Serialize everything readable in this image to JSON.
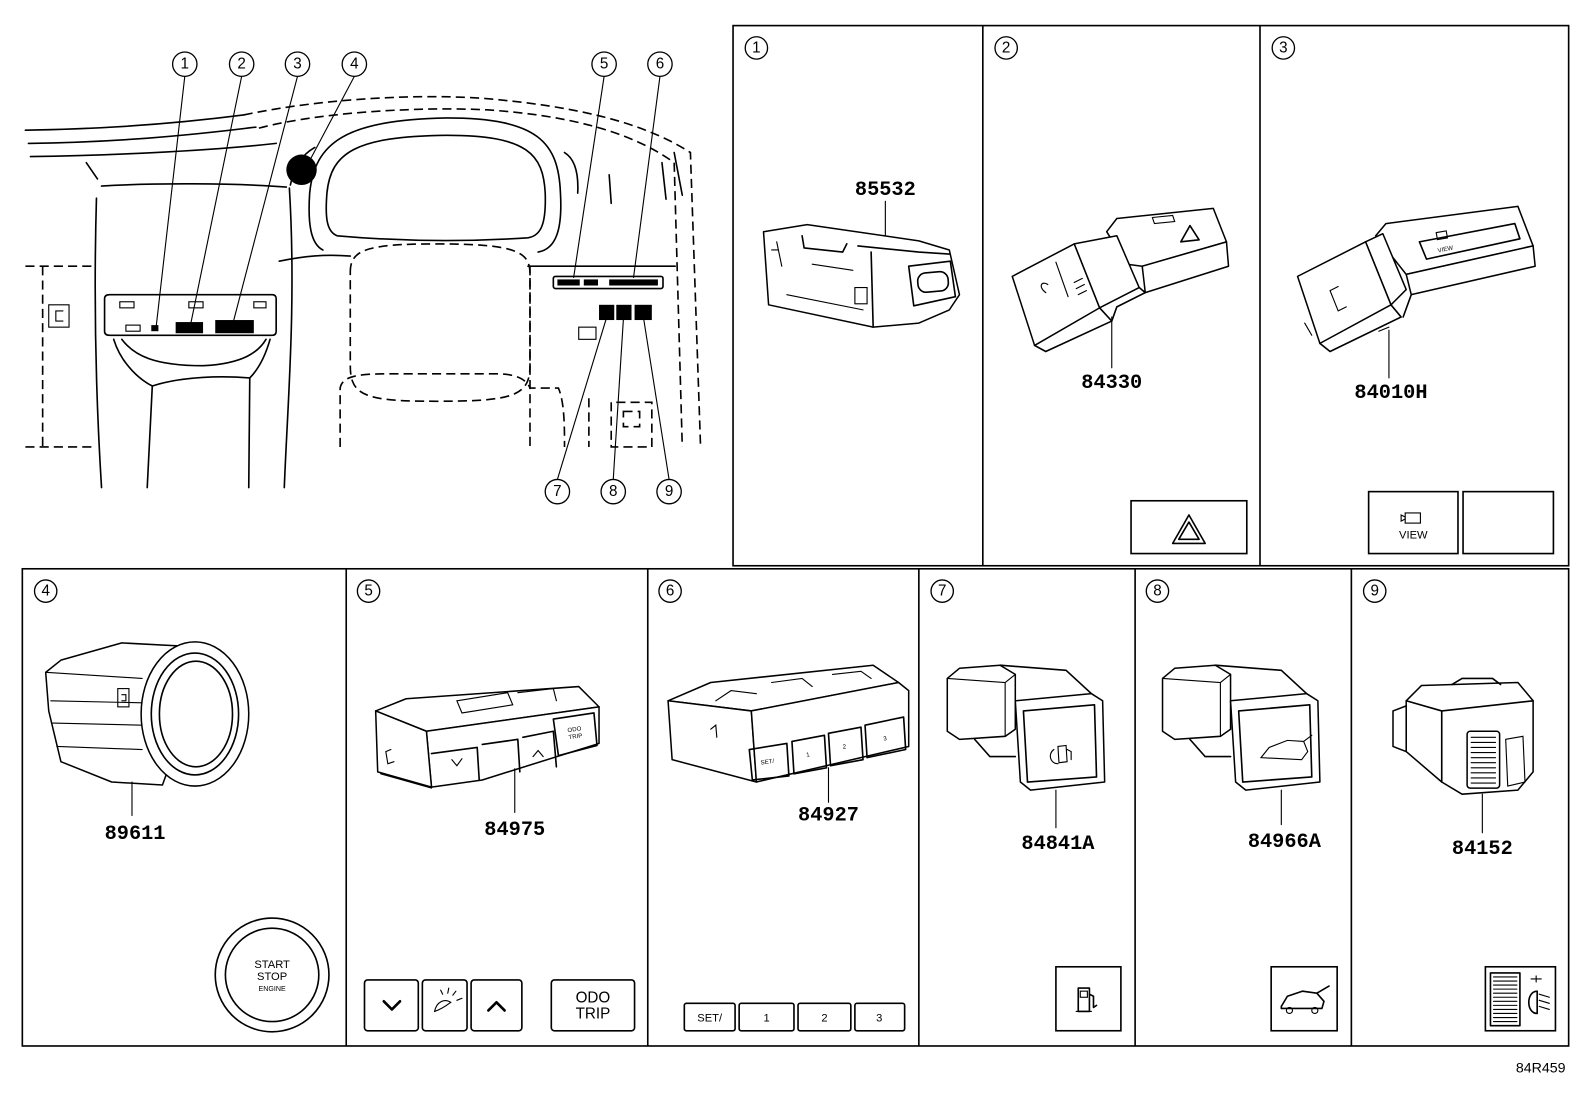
{
  "figure_id": "84R459",
  "overview": {
    "callouts": [
      "1",
      "2",
      "3",
      "4",
      "5",
      "6",
      "7",
      "8",
      "9"
    ]
  },
  "panels": {
    "p1": {
      "number": "1",
      "part": "85532"
    },
    "p2": {
      "number": "2",
      "part": "84330",
      "legend_icon": "hazard-icon"
    },
    "p3": {
      "number": "3",
      "part": "84010H",
      "legend": {
        "view": "VIEW"
      },
      "legend_icon": "camera-icon"
    },
    "p4": {
      "number": "4",
      "part": "89611",
      "legend": {
        "start": "START",
        "stop": "STOP",
        "engine": "ENGINE"
      }
    },
    "p5": {
      "number": "5",
      "part": "84975",
      "legend": {
        "odo": "ODO",
        "trip": "TRIP"
      },
      "legend_icons": [
        "chevron-down-icon",
        "illumination-icon",
        "chevron-up-icon"
      ]
    },
    "p6": {
      "number": "6",
      "part": "84927",
      "legend": {
        "set": "SET/",
        "b1": "1",
        "b2": "2",
        "b3": "3"
      }
    },
    "p7": {
      "number": "7",
      "part": "84841A",
      "legend_icon": "fuel-door-icon"
    },
    "p8": {
      "number": "8",
      "part": "84966A",
      "legend_icon": "back-door-icon"
    },
    "p9": {
      "number": "9",
      "part": "84152",
      "legend_icon": "headlight-level-icon"
    }
  }
}
